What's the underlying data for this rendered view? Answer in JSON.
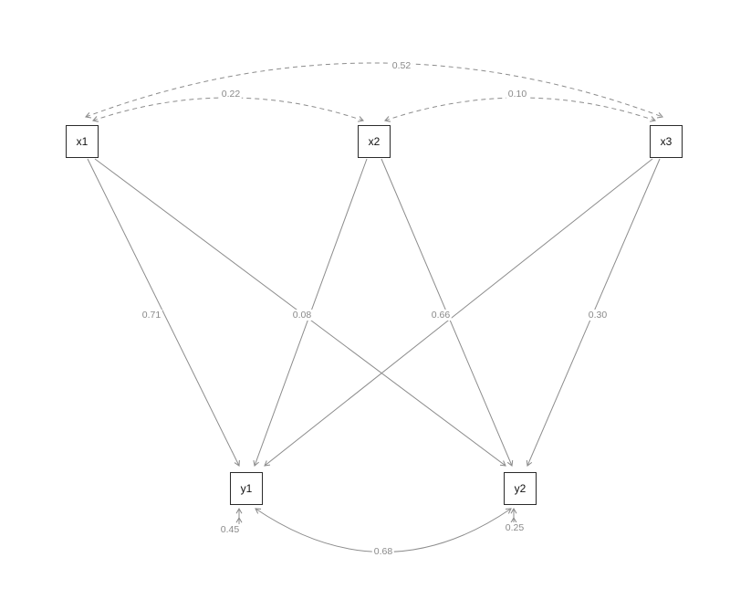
{
  "diagram": {
    "type": "path-diagram",
    "nodes": {
      "x1": "x1",
      "x2": "x2",
      "x3": "x3",
      "y1": "y1",
      "y2": "y2"
    },
    "edge_labels": {
      "cov_x1_x3": "0.52",
      "cov_x1_x2": "0.22",
      "cov_x2_x3": "0.10",
      "path_x1_y1": "0.71",
      "path_x1_y2": "0.08",
      "path_x2_y2": "0.66",
      "path_x3_y2": "0.30",
      "var_y1": "0.45",
      "var_y2": "0.25",
      "cov_y1_y2": "0.68"
    },
    "colors": {
      "edge": "#8c8c8c",
      "label": "#8a8a8a",
      "node_border": "#2b2b2b"
    }
  }
}
